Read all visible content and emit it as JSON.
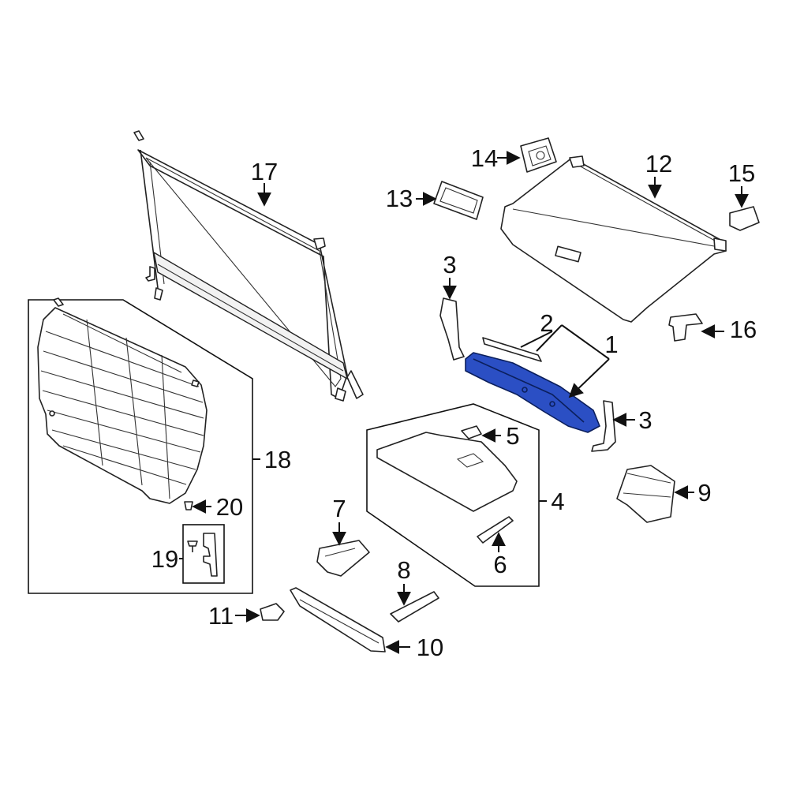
{
  "diagram": {
    "highlight_color": "#2b4fc4",
    "callouts": [
      {
        "id": "c1",
        "label": "1"
      },
      {
        "id": "c2",
        "label": "2"
      },
      {
        "id": "c3a",
        "label": "3"
      },
      {
        "id": "c3b",
        "label": "3"
      },
      {
        "id": "c4",
        "label": "4"
      },
      {
        "id": "c5",
        "label": "5"
      },
      {
        "id": "c6",
        "label": "6"
      },
      {
        "id": "c7",
        "label": "7"
      },
      {
        "id": "c8",
        "label": "8"
      },
      {
        "id": "c9",
        "label": "9"
      },
      {
        "id": "c10",
        "label": "10"
      },
      {
        "id": "c11",
        "label": "11"
      },
      {
        "id": "c12",
        "label": "12"
      },
      {
        "id": "c13",
        "label": "13"
      },
      {
        "id": "c14",
        "label": "14"
      },
      {
        "id": "c15",
        "label": "15"
      },
      {
        "id": "c16",
        "label": "16"
      },
      {
        "id": "c17",
        "label": "17"
      },
      {
        "id": "c18",
        "label": "18"
      },
      {
        "id": "c19",
        "label": "19"
      },
      {
        "id": "c20",
        "label": "20"
      }
    ]
  }
}
